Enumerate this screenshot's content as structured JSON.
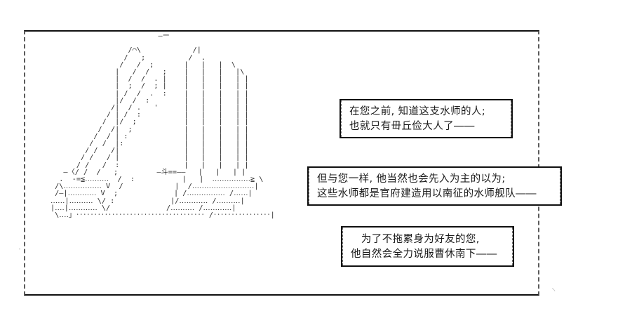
{
  "scene": {
    "title": "AA dialogue panel",
    "background_color": "#ffffff",
    "frame_color": "#101010",
    "text_color": "#1a1a1a",
    "art_color": "#2b2b2b"
  },
  "art": {
    "name": "ascii-art-warship",
    "description": "ASCII art of a large sailing warship hull with masts and sails",
    "content": "                         ―ー\n\n                  /⌒\\            /|\n                 /   ;          /  .\n                /   /  ;       |   |   |  \\\n               |   /  /   ;    |   |   |   |\\\n               |  /  /  . |    |   |   |   | |\n               |  ;  /  ; |    |   |   |   | |\n               | /  /  .  :    |   |   |   | |\n               |/  /  :        |   |   |   | |\n              /|  / .   '      |   |   |   | |\n             / | /  :          |   |   |   | |\n            /  |/  ;           |   |   |   | |\n           /  /|  ;            |   |   |   | |\n          /  / | :             |   |   |   | |\n         /  /  |:              |   |   |   | |\n        / /   /|               |   |   |   | |\n       / /   / |               |   |   |   | |\n      / /   /  :               |   |   |   | |\n   ―〈/ /  /   ;         ―斗==――   |   |   | |\n  .  -=≦‥‥‥‥‥  /  :           |   |  ‥‥‥‥‥‥‥‥≧ \\\n /\\‥‥‥‥‥‥‥‥ V  /            |  /‥‥‥‥‥‥‥‥‥‥‥‥‥|\n /―|‥‥‥‥‥‥ V  ;             | /‥‥‥‥‥‥‥‥ /‥‥‥|\n‥‥‥|‥‥‥‥‥ \\/ :             |/‥‥‥‥‥‥ /‥‥‥‥‥|\n|‥‥|‥‥‥‥‥‥ \\/             /‥‥‥‥‥ /‥‥‥‥‥‥|\n \\‥‥」‥‥‥‥‥‥‥‥‥‥‥‥‥‥‥‥‥‥ /‥‥‥‥‥‥‥‥|"
  },
  "messages": [
    {
      "id": "msg-1",
      "name": "dialogue-box-1",
      "lines": [
        "在您之前, 知道这支水师的人;",
        "也就只有毌丘俭大人了――"
      ]
    },
    {
      "id": "msg-2",
      "name": "dialogue-box-2",
      "lines": [
        "但与您一样, 他当然也会先入为主的以为;",
        "这些水师都是官府建造用以南征的水师舰队――"
      ]
    },
    {
      "id": "msg-3",
      "name": "dialogue-box-3",
      "lines": [
        "　为了不拖累身为好友的您,",
        "他自然会全力说服曹休南下――"
      ]
    }
  ],
  "stray_marks": {
    "right": "ヽ",
    "left": "'"
  }
}
